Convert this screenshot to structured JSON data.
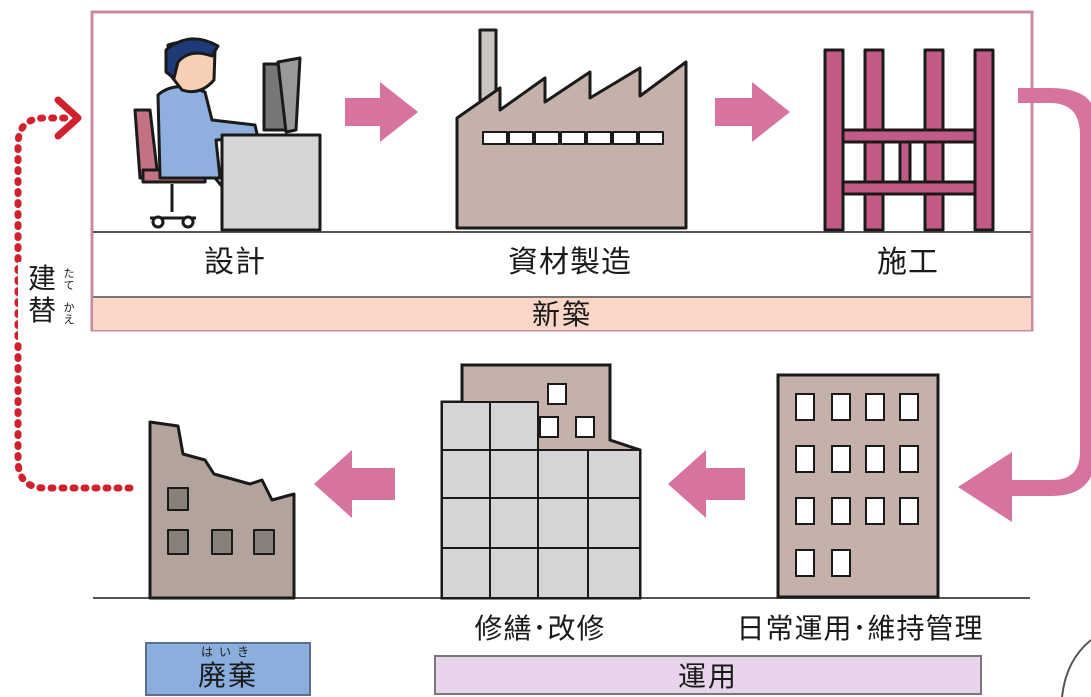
{
  "sections": {
    "shinchiku": "新築",
    "unyou": "運用",
    "haiki": {
      "label": "廃棄",
      "ruby": "はいき"
    }
  },
  "stages": {
    "sekkei": "設計",
    "shizai_seizou": "資材製造",
    "sekou": "施工",
    "nichijou_unyou": "日常運用･維持管理",
    "shuuzen_kaishuu": "修繕･改修"
  },
  "loop_label": {
    "kanji_1": "建",
    "ruby_1": "たて",
    "kanji_2": "替",
    "ruby_2": "かえ"
  },
  "colors": {
    "arrow": "#d6739f",
    "loop_arrow": "#d0212e",
    "frame": "#c98aa0",
    "building": "#c4b2aa",
    "office_glass": "#d5d5d5",
    "person_shirt": "#8fb0de",
    "chair": "#c47283",
    "scaffold": "#c25b86"
  },
  "icons": {
    "designer": "person-at-computer-icon",
    "factory": "factory-icon",
    "scaffold": "scaffold-icon",
    "office": "office-building-icon",
    "renovation": "renovated-building-icon",
    "ruin": "demolished-building-icon"
  }
}
